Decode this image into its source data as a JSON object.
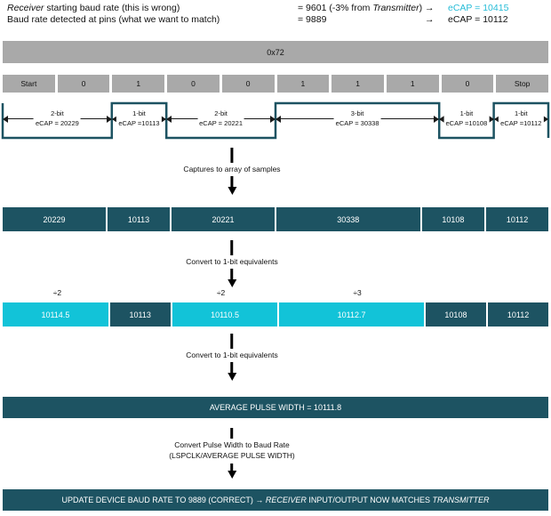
{
  "colors": {
    "dark_teal": "#1d5362",
    "cyan": "#12c3d8",
    "gray": "#a9a9a9",
    "accent_text": "#26bcd7"
  },
  "header": {
    "rows": [
      {
        "label_parts": [
          {
            "text": "Receiver",
            "italic": true
          },
          {
            "text": " starting baud rate (this is wrong)"
          }
        ],
        "value_parts": [
          {
            "text": "= 9601 (-3% from "
          },
          {
            "text": "Transmitter",
            "italic": true
          },
          {
            "text": ")"
          }
        ],
        "arrow": "→",
        "ecap_parts": [
          {
            "text": "eCAP = 10415",
            "color": "#26bcd7"
          }
        ]
      },
      {
        "label_parts": [
          {
            "text": "Baud rate detected at pins (what we want to match)"
          }
        ],
        "value_parts": [
          {
            "text": "= 9889"
          }
        ],
        "arrow": "→",
        "ecap_parts": [
          {
            "text": "eCAP = 10112"
          }
        ]
      }
    ]
  },
  "frame": {
    "hex_label": "0x72",
    "bits": [
      "Start",
      "0",
      "1",
      "0",
      "0",
      "1",
      "1",
      "1",
      "0",
      "Stop"
    ]
  },
  "pulses": [
    {
      "bits": 2,
      "level": "low",
      "width_label": "2-bit",
      "ecap_label": "eCAP = 20229"
    },
    {
      "bits": 1,
      "level": "high",
      "width_label": "1-bit",
      "ecap_label": "eCAP =10113"
    },
    {
      "bits": 2,
      "level": "low",
      "width_label": "2-bit",
      "ecap_label": "eCAP = 20221"
    },
    {
      "bits": 3,
      "level": "high",
      "width_label": "3-bit",
      "ecap_label": "eCAP = 30338"
    },
    {
      "bits": 1,
      "level": "low",
      "width_label": "1-bit",
      "ecap_label": "eCAP =10108"
    },
    {
      "bits": 1,
      "level": "high",
      "width_label": "1-bit",
      "ecap_label": "eCAP =10112"
    }
  ],
  "samples_row": [
    {
      "bits": 2,
      "value": "20229"
    },
    {
      "bits": 1,
      "value": "10113"
    },
    {
      "bits": 2,
      "value": "20221"
    },
    {
      "bits": 3,
      "value": "30338"
    },
    {
      "bits": 1,
      "value": "10108"
    },
    {
      "bits": 1,
      "value": "10112"
    }
  ],
  "divide_labels": [
    {
      "segment": 0,
      "text": "÷2"
    },
    {
      "segment": 2,
      "text": "÷2"
    },
    {
      "segment": 3,
      "text": "÷3"
    }
  ],
  "converted_row": [
    {
      "bits": 2,
      "value": "10114.5",
      "highlight": true
    },
    {
      "bits": 1,
      "value": "10113",
      "highlight": false
    },
    {
      "bits": 2,
      "value": "10110.5",
      "highlight": true
    },
    {
      "bits": 3,
      "value": "10112.7",
      "highlight": true
    },
    {
      "bits": 1,
      "value": "10108",
      "highlight": false
    },
    {
      "bits": 1,
      "value": "10112",
      "highlight": false
    }
  ],
  "steps": {
    "capture": "Captures to array of samples",
    "convert1": "Convert to 1-bit equivalents",
    "convert2": "Convert to 1-bit equivalents",
    "to_baud_line1": "Convert Pulse Width to Baud Rate",
    "to_baud_line2": "(LSPCLK/AVERAGE PULSE WIDTH)"
  },
  "average_bar": "AVERAGE PULSE WIDTH = 10111.8",
  "final_bar_parts": [
    {
      "text": "UPDATE DEVICE BAUD RATE TO 9889 (CORRECT) → "
    },
    {
      "text": "RECEIVER",
      "italic": true
    },
    {
      "text": " INPUT/OUTPUT NOW MATCHES "
    },
    {
      "text": "TRANSMITTER",
      "italic": true
    }
  ]
}
